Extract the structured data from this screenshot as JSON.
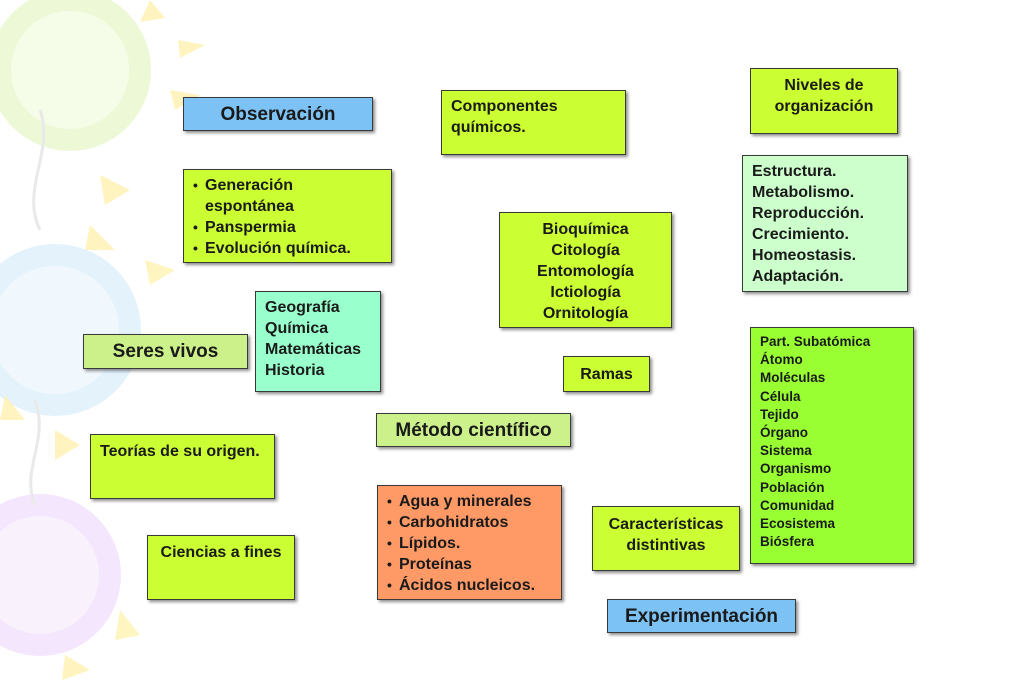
{
  "colors": {
    "blue": "#7cc2f4",
    "lime": "#ccff33",
    "light_green": "#ccf08a",
    "mint": "#99ffcc",
    "pale_green": "#ccffcc",
    "bright_green": "#99ff33",
    "orange": "#ff9966"
  },
  "boxes": {
    "observacion": "Observación",
    "componentes": "Componentes químicos.",
    "niveles": "Niveles de organización",
    "origen_list": [
      "Generación espontánea",
      "Panspermia",
      "Evolución química."
    ],
    "caracteristicas_list": [
      "Estructura.",
      "Metabolismo.",
      "Reproducción.",
      "Crecimiento.",
      "Homeostasis.",
      "Adaptación."
    ],
    "ramas_list": [
      "Bioquímica",
      "Citología",
      "Entomología",
      "Ictiología",
      "Ornitología"
    ],
    "ciencias_list": [
      "Geografía",
      "Química",
      "Matemáticas",
      "Historia"
    ],
    "seres_vivos": "Seres vivos",
    "ramas": "Ramas",
    "niveles_list": [
      "Part. Subatómica",
      "Átomo",
      "Moléculas",
      "Célula",
      "Tejido",
      "Órgano",
      "Sistema",
      "Organismo",
      "Población",
      "Comunidad",
      "Ecosistema",
      "Biósfera"
    ],
    "metodo": "Método científico",
    "teorias": "Teorías de su origen.",
    "componentes_list": [
      "Agua y minerales",
      "Carbohidratos",
      "Lípidos.",
      "Proteínas",
      "Ácidos nucleicos."
    ],
    "caracteristicas": "Características distintivas",
    "ciencias_afines": "Ciencias a fines",
    "experimentacion": "Experimentación"
  }
}
